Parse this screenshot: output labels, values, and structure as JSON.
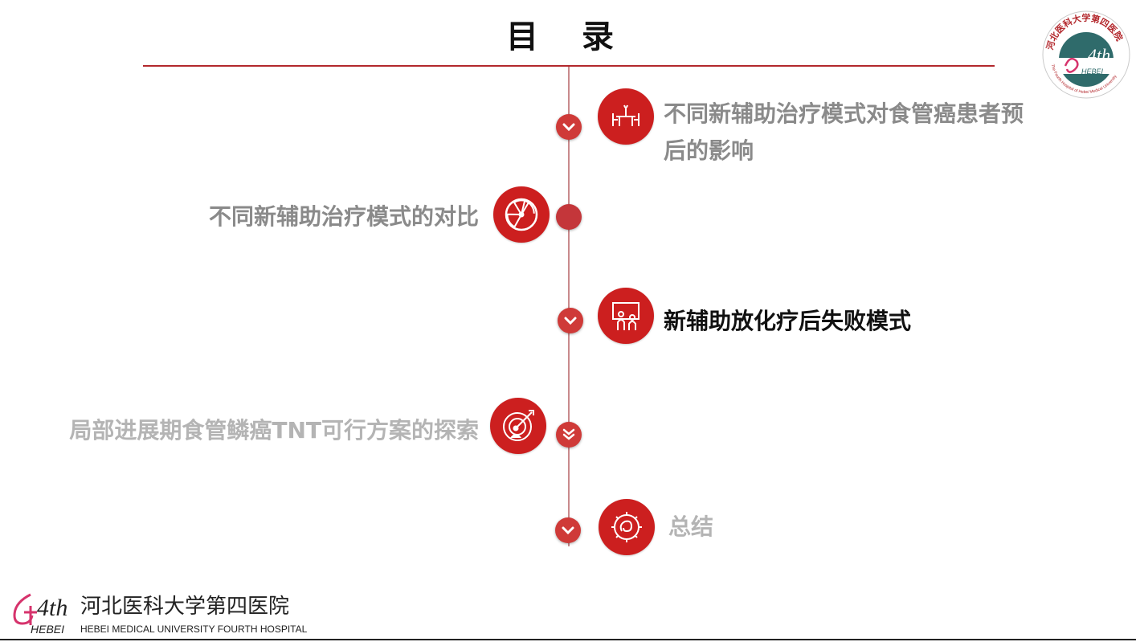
{
  "header": {
    "title": "目 录"
  },
  "seal": {
    "cn_text": "河北医科大学第四医院",
    "en_text": "The Fourth Hospital of Hebei Medical University",
    "mark": "4th",
    "mark_sub": "HEBEI"
  },
  "agenda": {
    "items": [
      {
        "label_line1": "不同新辅助治疗模式对食管癌患者预",
        "label_line2": "后的影响",
        "icon": "dining-table-icon",
        "state": "muted"
      },
      {
        "label": "不同新辅助治疗模式的对比",
        "icon": "radiation-icon",
        "state": "muted"
      },
      {
        "label": "新辅助放化疗后失败模式",
        "icon": "presentation-people-icon",
        "state": "active"
      },
      {
        "label": "局部进展期食管鳞癌TNT可行方案的探索",
        "icon": "target-person-icon",
        "state": "faded"
      },
      {
        "label": "总结",
        "icon": "brain-gear-icon",
        "state": "faded"
      }
    ]
  },
  "footer": {
    "mark": "4th",
    "mark_sub": "HEBEI",
    "cn_name": "河北医科大学第四医院",
    "en_name": "HEBEI MEDICAL UNIVERSITY FOURTH HOSPITAL"
  },
  "colors": {
    "accent": "#cc1f1f",
    "rule": "#b3282d",
    "muted_text": "#8a8a8a",
    "faded_text": "#b4b4b4"
  }
}
